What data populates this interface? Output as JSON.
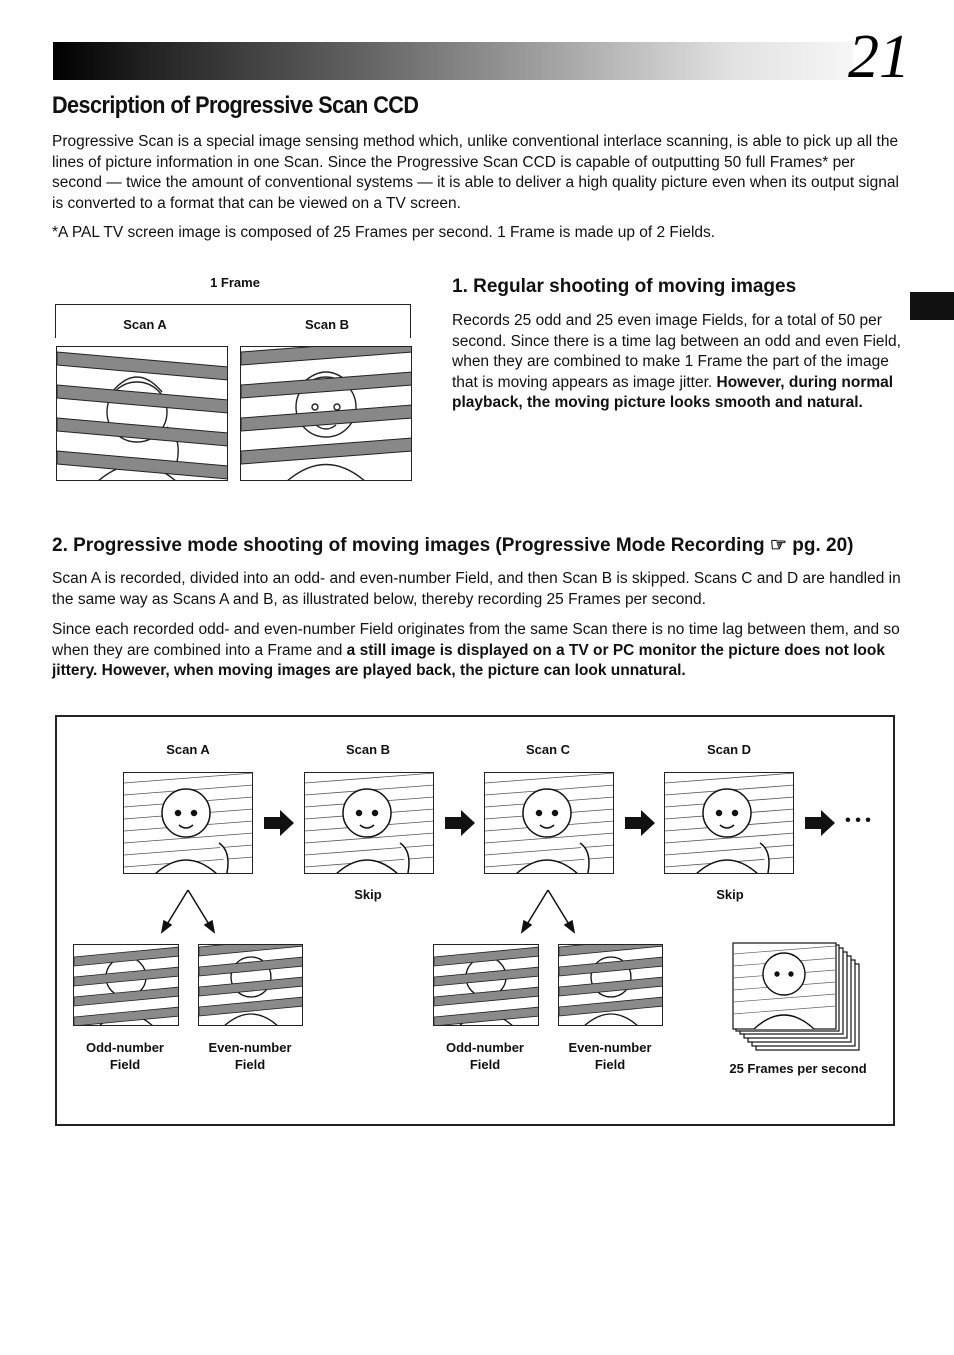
{
  "page": {
    "number": "21"
  },
  "title": "Description of Progressive Scan CCD",
  "intro": "Progressive Scan is a special image sensing method which, unlike conventional interlace scanning, is able to pick up all the lines of picture information in one Scan.  Since the Progressive Scan CCD is capable of outputting 50 full Frames* per second — twice the amount of conventional systems — it is able to deliver a high quality picture even when its output signal is converted to a format that can be viewed on a TV screen.",
  "footnote": "*A PAL TV screen image is composed of 25 Frames per second. 1 Frame is made up of 2 Fields.",
  "section1": {
    "heading": "1. Regular shooting of moving images",
    "body": "Records 25 odd and 25 even image Fields, for a total of 50 per second.  Since there is a time lag between an odd and even Field, when they are combined to make 1 Frame the part of the image that is moving appears as image jitter. ",
    "body_bold": "However, during normal playback, the moving picture looks smooth and natural.",
    "figure": {
      "frame_label": "1 Frame",
      "scan_a": "Scan A",
      "scan_b": "Scan B"
    }
  },
  "section2": {
    "heading": "2. Progressive mode shooting of moving images (Progressive Mode Recording ☞ pg. 20)",
    "body1": "Scan A is recorded, divided into an odd- and even-number Field, and then Scan B is skipped.  Scans C and D are handled in the same way as Scans A and B, as illustrated below, thereby recording 25 Frames per second.",
    "body2": "Since each recorded odd- and even-number Field originates from the same Scan there is no time lag  between them, and so when they are combined into a Frame and ",
    "body2_bold": "a still image is displayed on a TV or PC monitor the picture does not look jittery.  However, when moving images are played back, the picture can look unnatural.",
    "diagram": {
      "scans": [
        "Scan A",
        "Scan B",
        "Scan C",
        "Scan D"
      ],
      "skip": "Skip",
      "odd_field": "Odd-number Field",
      "even_field": "Even-number Field",
      "frames_per_second": "25 Frames per second",
      "ellipsis": "• • •"
    }
  }
}
